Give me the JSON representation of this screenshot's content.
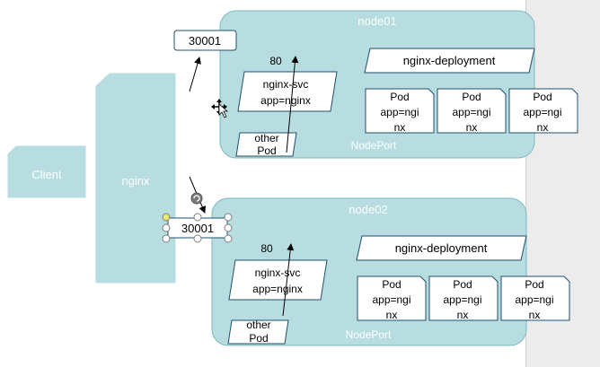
{
  "colors": {
    "node_fill": "#b7dde0",
    "node_stroke": "#7fb8bd",
    "shape_stroke": "#1f4f6e",
    "background": "#ffffff"
  },
  "client": {
    "label": "Client"
  },
  "nginx_lb": {
    "label": "nginx"
  },
  "node01": {
    "title": "node01",
    "port_label": "30001",
    "svc_port": "80",
    "svc_label_1": "nginx-svc",
    "svc_label_2": "app=nginx",
    "other_pod_1": "other",
    "other_pod_2": "Pod",
    "deployment": "nginx-deployment",
    "nodeport": "NodePort",
    "pods": [
      {
        "l1": "Pod",
        "l2": "app=ngi",
        "l3": "nx"
      },
      {
        "l1": "Pod",
        "l2": "app=ngi",
        "l3": "nx"
      },
      {
        "l1": "Pod",
        "l2": "app=ngi",
        "l3": "nx"
      }
    ]
  },
  "node02": {
    "title": "node02",
    "port_label": "30001",
    "svc_port": "80",
    "svc_label_1": "nginx-svc",
    "svc_label_2": "app=nginx",
    "other_pod_1": "other",
    "other_pod_2": "Pod",
    "deployment": "nginx-deployment",
    "nodeport": "NodePort",
    "pods": [
      {
        "l1": "Pod",
        "l2": "app=ngi",
        "l3": "nx"
      },
      {
        "l1": "Pod",
        "l2": "app=ngi",
        "l3": "nx"
      },
      {
        "l1": "Pod",
        "l2": "app=ngi",
        "l3": "nx"
      }
    ]
  }
}
